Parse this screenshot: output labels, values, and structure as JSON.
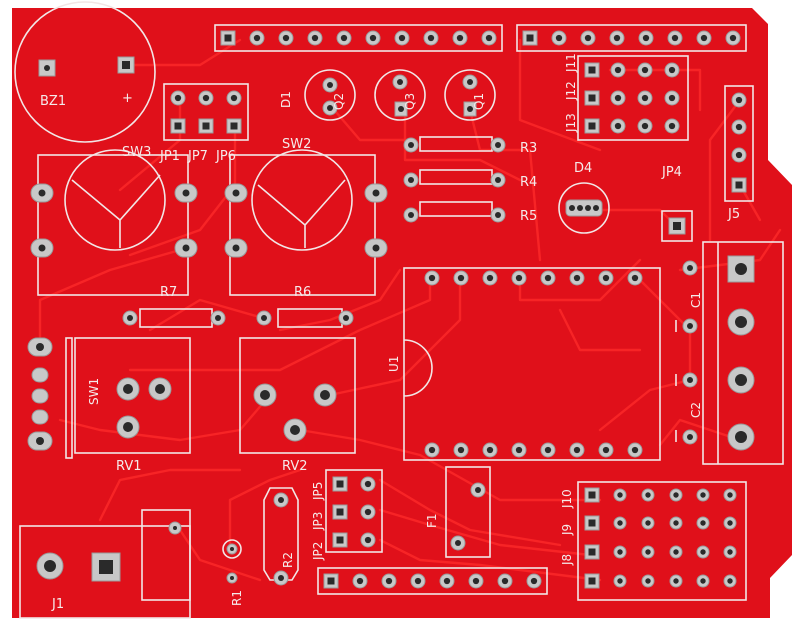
{
  "board": {
    "color": "#e0101a",
    "silk_color": "#f2e6e6"
  },
  "labels": {
    "bz1": "BZ1",
    "plus": "+",
    "d1": "D1",
    "q2": "Q2",
    "q3": "Q3",
    "q1": "Q1",
    "jp1": "JP1",
    "jp7": "JP7",
    "jp6": "JP6",
    "sw3": "SW3",
    "sw2": "SW2",
    "r3": "R3",
    "r4": "R4",
    "r5": "R5",
    "d4": "D4",
    "jp4": "JP4",
    "j5": "J5",
    "j11": "J11",
    "j12": "J12",
    "j13": "J13",
    "r7": "R7",
    "r6": "R6",
    "c1": "C1",
    "c2": "C2",
    "u1": "U1",
    "sw1": "SW1",
    "rv1": "RV1",
    "rv2": "RV2",
    "jp2": "JP2",
    "jp3": "JP3",
    "jp5": "JP5",
    "f1": "F1",
    "j10": "J10",
    "j9": "J9",
    "j8": "J8",
    "j1": "J1",
    "r1": "R1",
    "r2": "R2"
  }
}
